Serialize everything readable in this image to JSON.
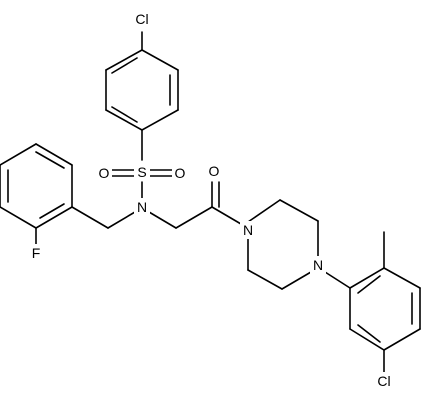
{
  "molecule": {
    "atom_labels": {
      "cl_top": "Cl",
      "s": "S",
      "o_left": "O",
      "o_right": "O",
      "n_sulfonamide": "N",
      "f": "F",
      "o_carbonyl": "O",
      "n_piperazine_1": "N",
      "n_piperazine_4": "N",
      "cl_bottom": "Cl"
    }
  }
}
